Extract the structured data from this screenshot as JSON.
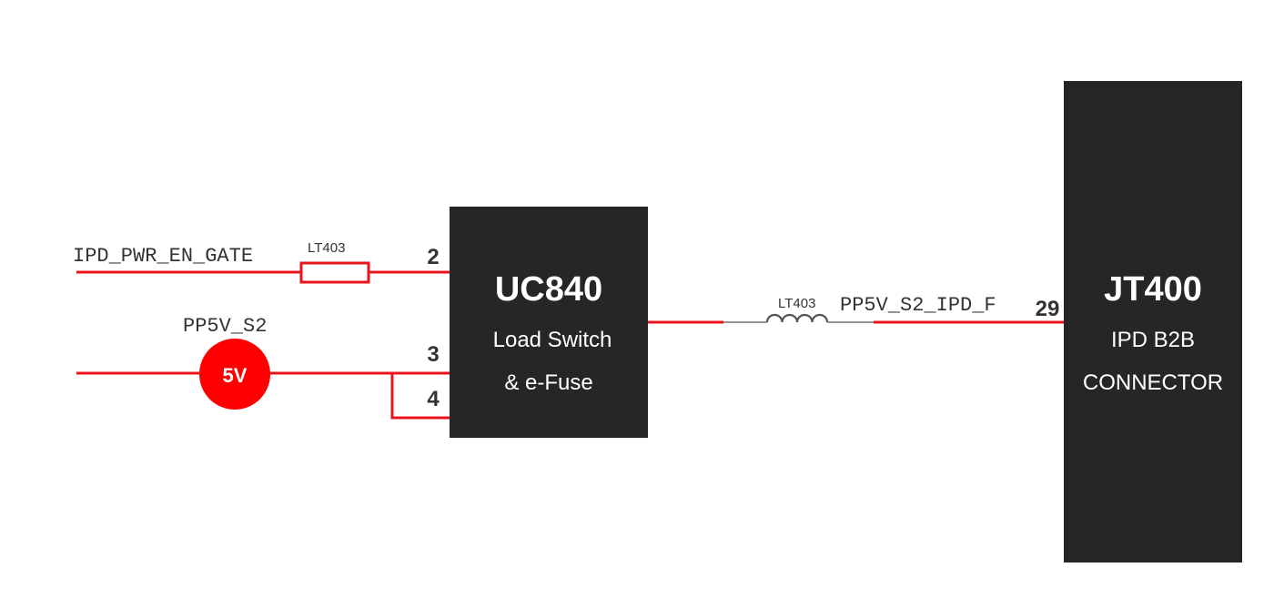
{
  "colors": {
    "wire": "#e8141b",
    "block": "#262626",
    "thin_wire": "#555555",
    "badge": "#ff0000",
    "text_dark": "#333333",
    "text_light": "#ffffff"
  },
  "nets": {
    "ipd_pwr_en_gate": "IPD_PWR_EN_GATE",
    "pp5v_s2": "PP5V_S2",
    "pp5v_s2_ipd_f": "PP5V_S2_IPD_F"
  },
  "components": {
    "resistor_label": "LT403",
    "inductor_label": "LT403",
    "voltage_badge": "5V"
  },
  "uc840": {
    "name": "UC840",
    "line1": "Load Switch",
    "line2": "& e-Fuse",
    "pins": {
      "p2": "2",
      "p3": "3",
      "p4": "4"
    }
  },
  "jt400": {
    "name": "JT400",
    "line1": "IPD B2B",
    "line2": "CONNECTOR",
    "pin": "29"
  }
}
